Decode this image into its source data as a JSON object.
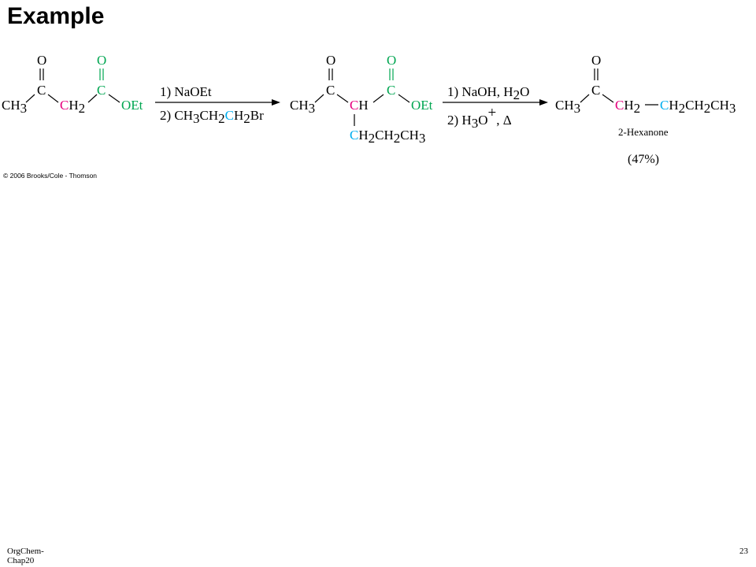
{
  "slide": {
    "title": "Example",
    "footer_left": "OrgChem-Chap20",
    "page_number": "23",
    "credit": "© 2006 Brooks/Cole - Thomson"
  },
  "reaction": {
    "step1_reagent1": "1) NaOEt",
    "step2_reagent1": "1) NaOH, H",
    "step2_reagent1_sub": "2",
    "step2_reagent1_end": "O",
    "product_name": "2-Hexanone",
    "yield": "(47%)"
  },
  "colors": {
    "magenta": "#e6007e",
    "green": "#00a651",
    "cyan": "#00aeef"
  }
}
